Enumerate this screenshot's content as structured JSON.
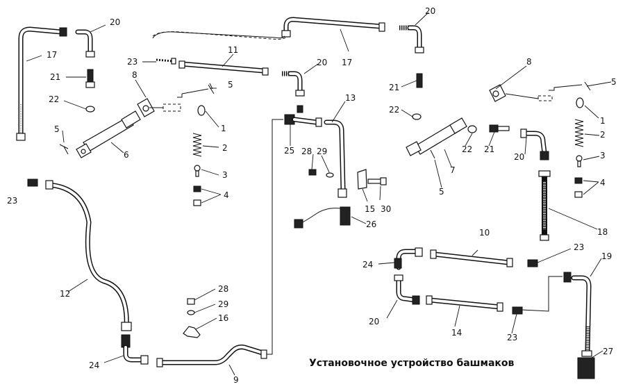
{
  "caption": "Установочное устройство башмаков",
  "callouts": [
    {
      "id": "c20a",
      "text": "20"
    },
    {
      "id": "c17a",
      "text": "17"
    },
    {
      "id": "c21a",
      "text": "21"
    },
    {
      "id": "c22a",
      "text": "22"
    },
    {
      "id": "c5a",
      "text": "5"
    },
    {
      "id": "c6",
      "text": "6"
    },
    {
      "id": "c23a",
      "text": "23"
    },
    {
      "id": "c8a",
      "text": "8"
    },
    {
      "id": "c5b",
      "text": "5"
    },
    {
      "id": "c1a",
      "text": "1"
    },
    {
      "id": "c2a",
      "text": "2"
    },
    {
      "id": "c3a",
      "text": "3"
    },
    {
      "id": "c4a",
      "text": "4"
    },
    {
      "id": "c11",
      "text": "11"
    },
    {
      "id": "c20b",
      "text": "20"
    },
    {
      "id": "c17b",
      "text": "17"
    },
    {
      "id": "c20c",
      "text": "20"
    },
    {
      "id": "c13",
      "text": "13"
    },
    {
      "id": "c25",
      "text": "25"
    },
    {
      "id": "c28a",
      "text": "28"
    },
    {
      "id": "c29a",
      "text": "29"
    },
    {
      "id": "c15",
      "text": "15"
    },
    {
      "id": "c30",
      "text": "30"
    },
    {
      "id": "c26",
      "text": "26"
    },
    {
      "id": "c21b",
      "text": "21"
    },
    {
      "id": "c22b",
      "text": "22"
    },
    {
      "id": "c8b",
      "text": "8"
    },
    {
      "id": "c5c",
      "text": "5"
    },
    {
      "id": "c1b",
      "text": "1"
    },
    {
      "id": "c2b",
      "text": "2"
    },
    {
      "id": "c3b",
      "text": "3"
    },
    {
      "id": "c4b",
      "text": "4"
    },
    {
      "id": "c22c",
      "text": "22"
    },
    {
      "id": "c21c",
      "text": "21"
    },
    {
      "id": "c20d",
      "text": "20"
    },
    {
      "id": "c7",
      "text": "7"
    },
    {
      "id": "c5d",
      "text": "5"
    },
    {
      "id": "c18",
      "text": "18"
    },
    {
      "id": "c23b",
      "text": "23"
    },
    {
      "id": "c12",
      "text": "12"
    },
    {
      "id": "c10",
      "text": "10"
    },
    {
      "id": "c24a",
      "text": "24"
    },
    {
      "id": "c23c",
      "text": "23"
    },
    {
      "id": "c19",
      "text": "19"
    },
    {
      "id": "c20e",
      "text": "20"
    },
    {
      "id": "c14",
      "text": "14"
    },
    {
      "id": "c23d",
      "text": "23"
    },
    {
      "id": "c28b",
      "text": "28"
    },
    {
      "id": "c29b",
      "text": "29"
    },
    {
      "id": "c16",
      "text": "16"
    },
    {
      "id": "c24b",
      "text": "24"
    },
    {
      "id": "c9",
      "text": "9"
    },
    {
      "id": "c27",
      "text": "27"
    }
  ]
}
